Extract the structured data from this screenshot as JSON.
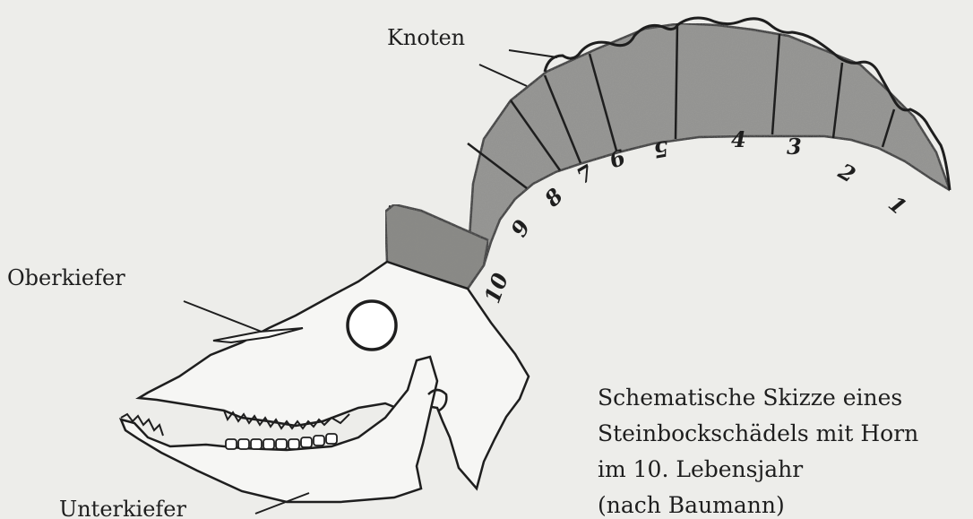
{
  "labels": {
    "knoten": "Knoten",
    "oberkiefer": "Oberkiefer",
    "unterkiefer": "Unterkiefer"
  },
  "horn_segments": [
    "1",
    "2",
    "3",
    "4",
    "5",
    "6",
    "7",
    "8",
    "9",
    "10"
  ],
  "caption": {
    "line1": "Schematische Skizze eines",
    "line2": "Steinbockschädels mit Horn",
    "line3": "im 10. Lebensjahr",
    "line4": "(nach Baumann)"
  },
  "colors": {
    "paper": "#ededea",
    "ink": "#1e1e1e",
    "horn": "#9a9a96",
    "skull": "#f6f6f4"
  }
}
